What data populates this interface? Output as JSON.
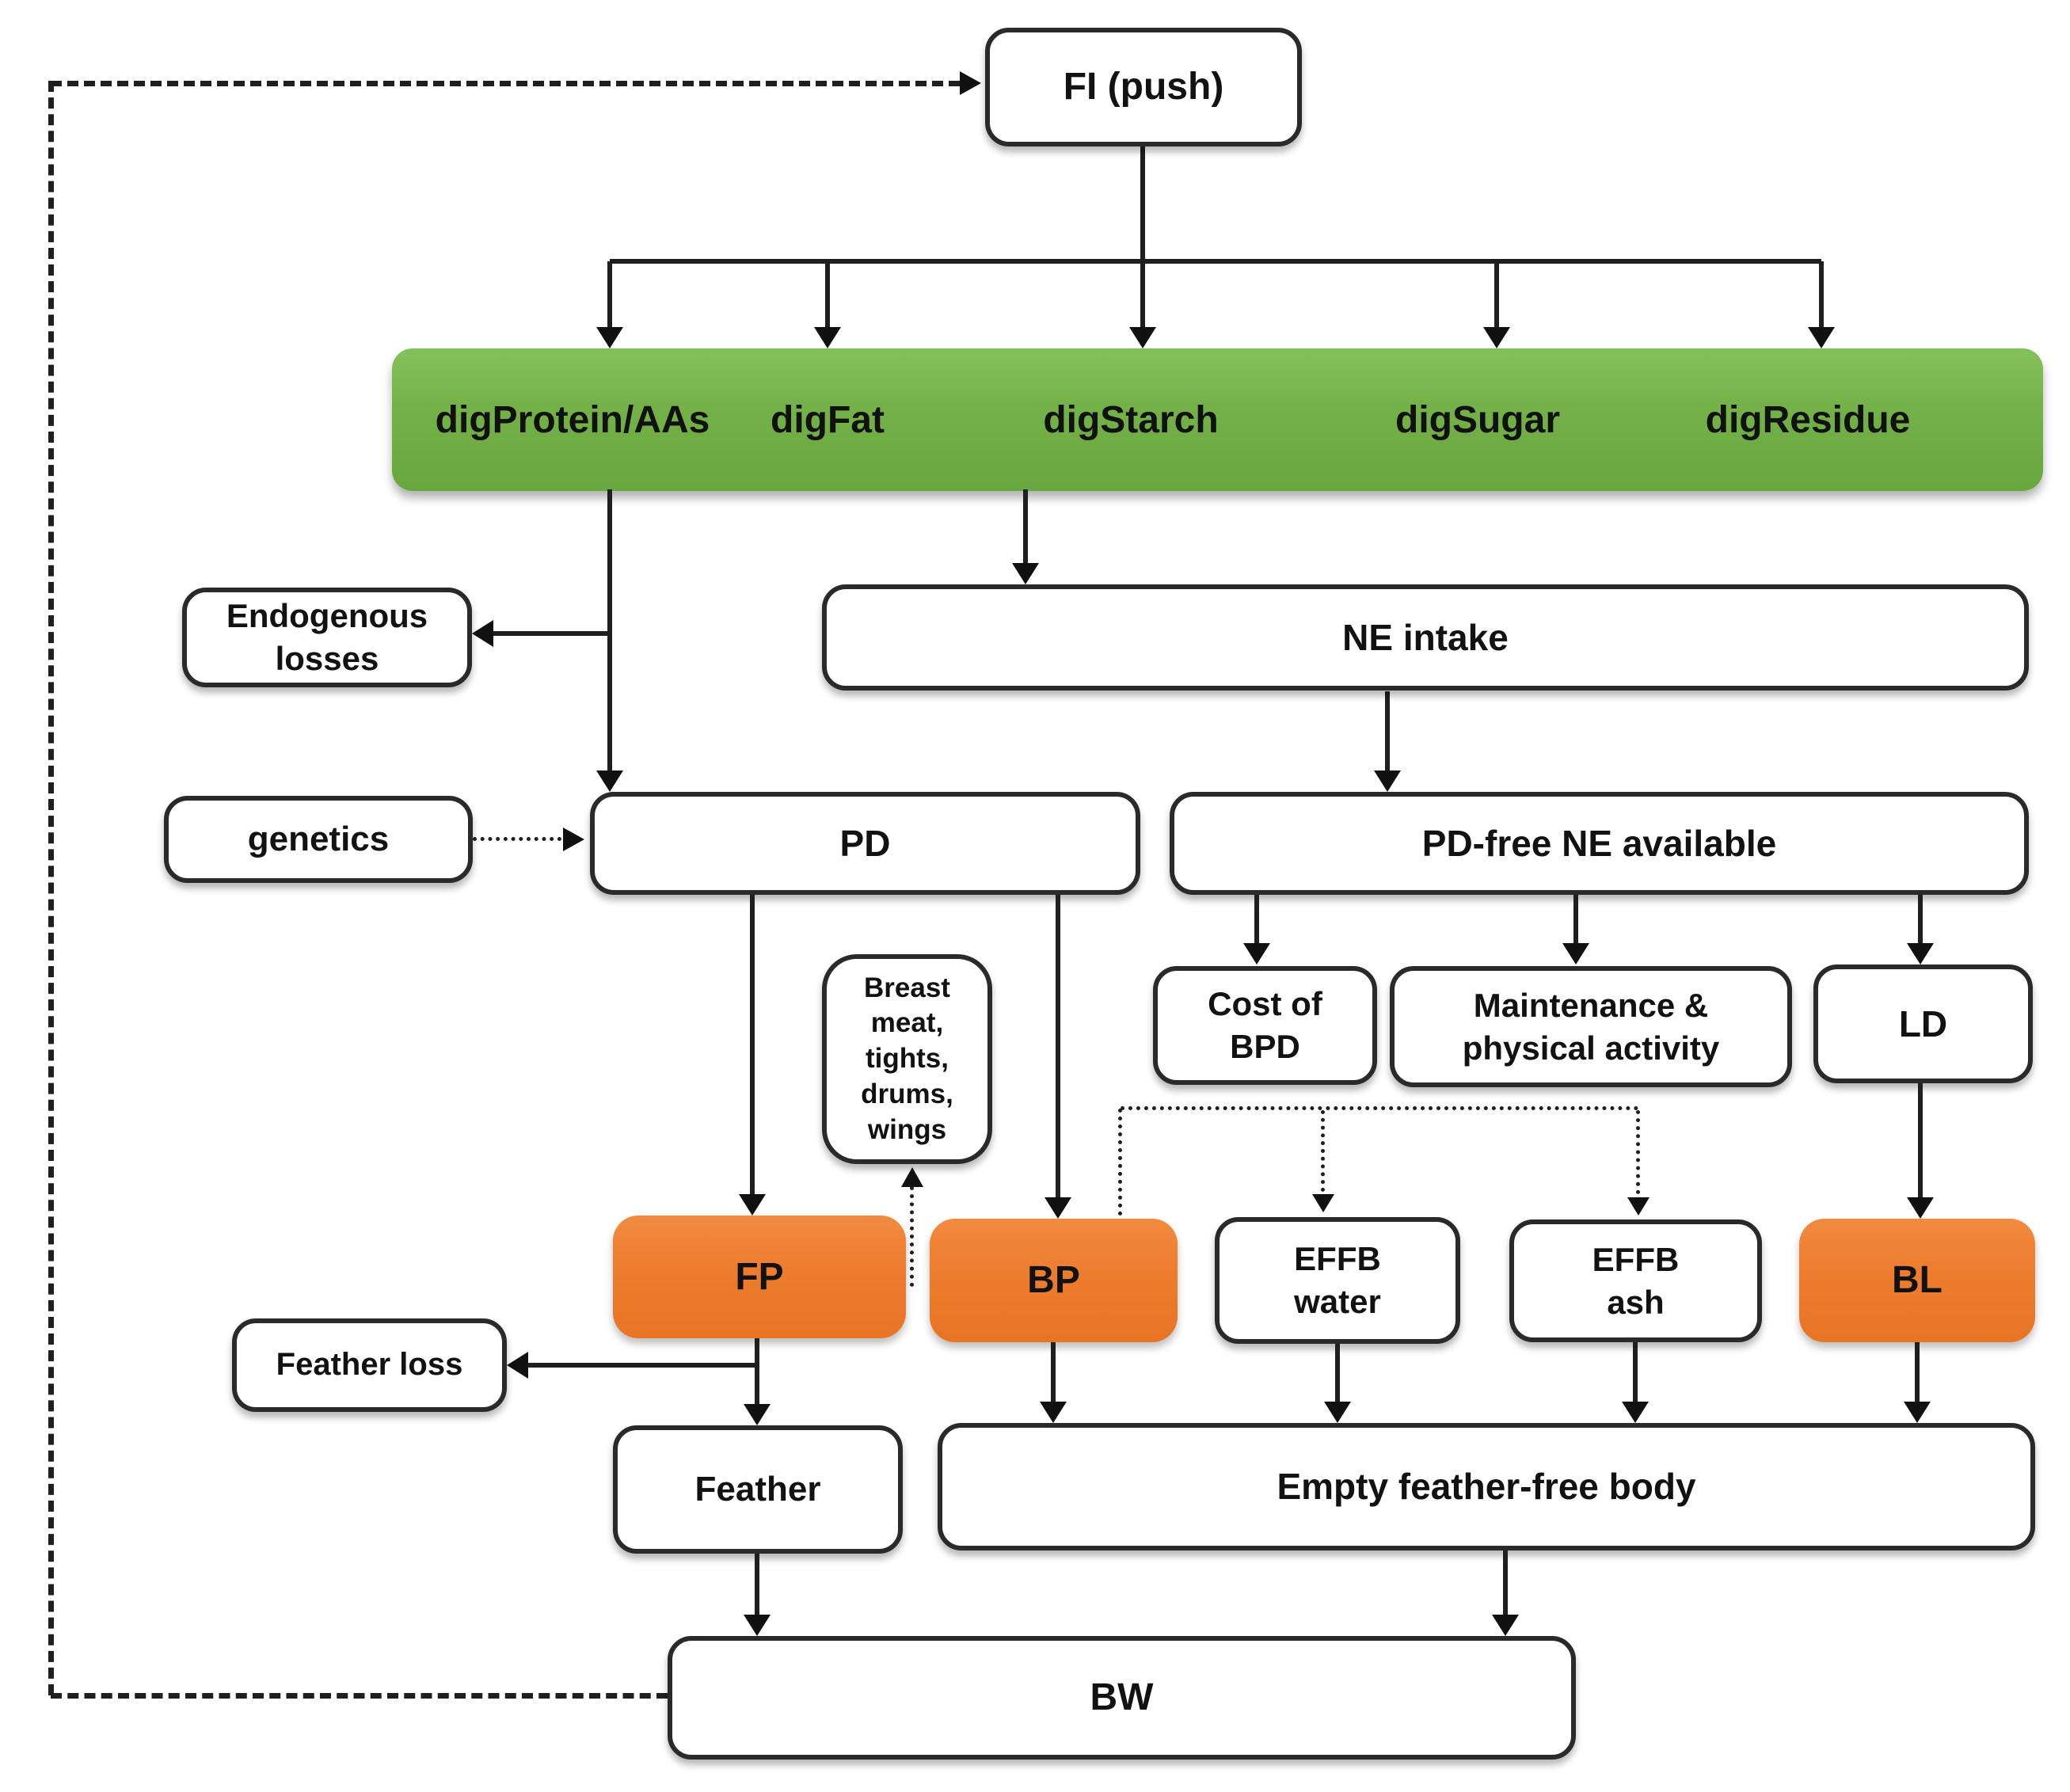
{
  "diagram": {
    "description": "Nutrient partitioning flow diagram from feed intake to body weight",
    "colors": {
      "digestible_pool_green": "#74b249",
      "pool_orange": "#ed7c2e",
      "line_black": "#1f1f1f",
      "box_border": "#2a2a2a",
      "background": "#ffffff"
    },
    "nodes": {
      "fi": "FI (push)",
      "green_labels": [
        "digProtein/AAs",
        "digFat",
        "digStarch",
        "digSugar",
        "digResidue"
      ],
      "endogenous_losses": "Endogenous\nlosses",
      "ne_intake": "NE intake",
      "genetics": "genetics",
      "pd": "PD",
      "pd_free": "PD-free NE available",
      "breast": "Breast\nmeat,\ntights,\ndrums,\nwings",
      "cost_bpd": "Cost of\nBPD",
      "maintenance": "Maintenance &\nphysical activity",
      "ld": "LD",
      "fp": "FP",
      "bp": "BP",
      "effb_water": "EFFB\nwater",
      "effb_ash": "EFFB\nash",
      "bl": "BL",
      "feather_loss": "Feather loss",
      "feather": "Feather",
      "empty_body": "Empty feather-free body",
      "bw": "BW"
    }
  }
}
